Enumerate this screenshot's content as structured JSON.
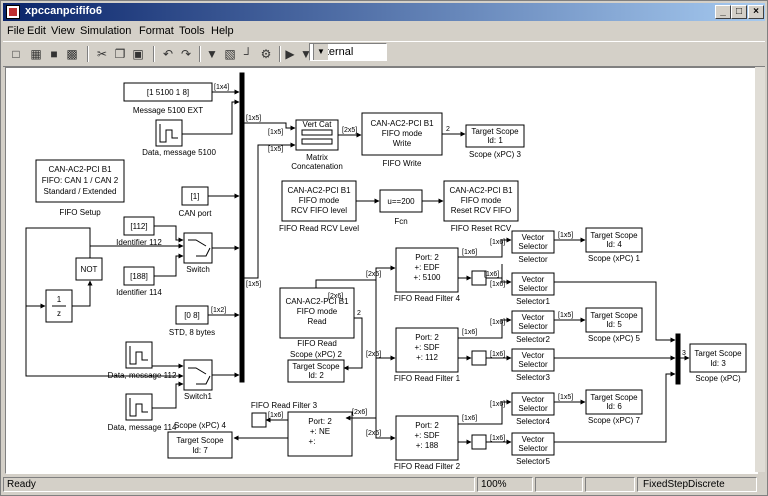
{
  "window": {
    "title": "xpccanpcififo6",
    "controls": [
      "_",
      "□",
      "×"
    ]
  },
  "menu": [
    "File",
    "Edit",
    "View",
    "Simulation",
    "Format",
    "Tools",
    "Help"
  ],
  "toolbar": {
    "icons": [
      "new-icon",
      "open-icon",
      "save-icon",
      "print-icon",
      "cut-icon",
      "copy-icon",
      "paste-icon",
      "undo-icon",
      "redo-icon",
      "library-icon",
      "model-explorer-icon",
      "debug-icon",
      "block-icon",
      "play-icon",
      "stop-icon"
    ],
    "sim_mode": "External"
  },
  "blocks": {
    "msg5100ext": {
      "value": "[1 5100    1    8]",
      "label": "Message 5100 EXT"
    },
    "data5100": {
      "label": "Data, message 5100"
    },
    "fifo_setup": {
      "lines": [
        "CAN-AC2-PCI B1",
        "FIFO: CAN 1 / CAN 2",
        "Standard / Extended"
      ],
      "label": "FIFO Setup"
    },
    "can_port": {
      "value": "[1]",
      "label": "CAN port"
    },
    "id112": {
      "value": "[112]",
      "label": "Identifier 112"
    },
    "id114": {
      "value": "[188]",
      "label": "Identifier 114"
    },
    "not_block": {
      "text": "NOT"
    },
    "delay": {
      "num": "1",
      "den": "z"
    },
    "switch": {
      "label": "Switch"
    },
    "switch1": {
      "label": "Switch1"
    },
    "std8": {
      "value": "[0 8]",
      "label": "STD, 8 bytes"
    },
    "data112": {
      "label": "Data, message 112"
    },
    "data114": {
      "label": "Data, message 114"
    },
    "vertcat": {
      "text": "Vert Cat",
      "label": "Matrix Concatenation"
    },
    "fifo_write": {
      "lines": [
        "CAN-AC2-PCI B1",
        "FIFO mode",
        "Write"
      ],
      "label": "FIFO Write"
    },
    "scope3": {
      "lines": [
        "Target Scope",
        "Id: 1"
      ],
      "label": "Scope (xPC) 3"
    },
    "rcv_level": {
      "lines": [
        "CAN-AC2-PCI B1",
        "FIFO mode",
        "RCV FIFO level"
      ],
      "label": "FIFO Read RCV Level"
    },
    "fcn": {
      "text": "u==200",
      "label": "Fcn"
    },
    "reset_rcv": {
      "lines": [
        "CAN-AC2-PCI B1",
        "FIFO mode",
        "Reset RCV FIFO"
      ],
      "label": "FIFO Reset RCV"
    },
    "fifo_read": {
      "lines": [
        "CAN-AC2-PCI B1",
        "FIFO mode",
        "Read"
      ],
      "label": "FIFO Read"
    },
    "scope2": {
      "lines": [
        "Target Scope",
        "Id: 2"
      ],
      "label": "Scope (xPC) 2"
    },
    "filter4": {
      "lines": [
        "Port: 2",
        "+: EDF",
        "+: 5100"
      ],
      "label": "FIFO Read Filter 4"
    },
    "filter1": {
      "lines": [
        "Port: 2",
        "+: SDF",
        "+: 112"
      ],
      "label": "FIFO Read Filter 1"
    },
    "filter2": {
      "lines": [
        "Port: 2",
        "+: SDF",
        "+: 188"
      ],
      "label": "FIFO Read Filter 2"
    },
    "filter3": {
      "lines": [
        "Port: 2",
        "+: NE",
        "+:"
      ],
      "label": "FIFO Read Filter 3"
    },
    "selector": {
      "lines": [
        "Vector",
        "Selector"
      ],
      "label": "Selector"
    },
    "selector1": {
      "lines": [
        "Vector",
        "Selector"
      ],
      "label": "Selector1"
    },
    "selector2": {
      "lines": [
        "Vector",
        "Selector"
      ],
      "label": "Selector2"
    },
    "selector3": {
      "lines": [
        "Vector",
        "Selector"
      ],
      "label": "Selector3"
    },
    "selector4": {
      "lines": [
        "Vector",
        "Selector"
      ],
      "label": "Selector4"
    },
    "selector5": {
      "lines": [
        "Vector",
        "Selector"
      ],
      "label": "Selector5"
    },
    "scope1": {
      "lines": [
        "Target Scope",
        "Id: 4"
      ],
      "label": "Scope (xPC) 1"
    },
    "scope5": {
      "lines": [
        "Target Scope",
        "Id: 5"
      ],
      "label": "Scope (xPC) 5"
    },
    "scope7": {
      "lines": [
        "Target Scope",
        "Id: 6"
      ],
      "label": "Scope (xPC) 7"
    },
    "scopexpc": {
      "lines": [
        "Target Scope",
        "Id: 3"
      ],
      "label": "Scope (xPC)"
    },
    "scope4": {
      "lines": [
        "Target Scope",
        "Id: 7"
      ],
      "label": "Scope (xPC) 4"
    }
  },
  "signal_labels": {
    "s1x4": "[1x4]",
    "s1x5a": "[1x5]",
    "s1x5b": "[1x5]",
    "s1x5c": "[1x5]",
    "s1x5d": "[1x5]",
    "s1x2": "[1x2]",
    "s2x5": "[2x5]",
    "s2": "2",
    "s2x6a": "[2x6]",
    "s2x6b": "[2x6]",
    "s2x6c": "[2x6]",
    "s2x6d": "[2x6]",
    "s2x6e": "[2x6]",
    "s1x6a": "[1x6]",
    "s1x6b": "[1x6]",
    "s1x6c": "[1x6]",
    "s1x6d": "[1x6]",
    "s1x6e": "[1x6]",
    "s1x6f": "[1x6]",
    "s1x6g": "[1x6]",
    "s1x6h": "[1x6]",
    "s1x6i": "[1x6]",
    "s1x6j": "[1x6]",
    "s1x6k": "[1x6]",
    "s1x6l": "[1x6]",
    "s1x6m": "[1x6]",
    "s1x5e": "[1x5]",
    "s1x5f": "[1x5]",
    "s1x5g": "[1x5]",
    "s2b": "2",
    "s3": "3",
    "s2c": "2"
  },
  "status": {
    "left": "Ready",
    "zoom": "100%",
    "solver": "FixedStepDiscrete"
  }
}
